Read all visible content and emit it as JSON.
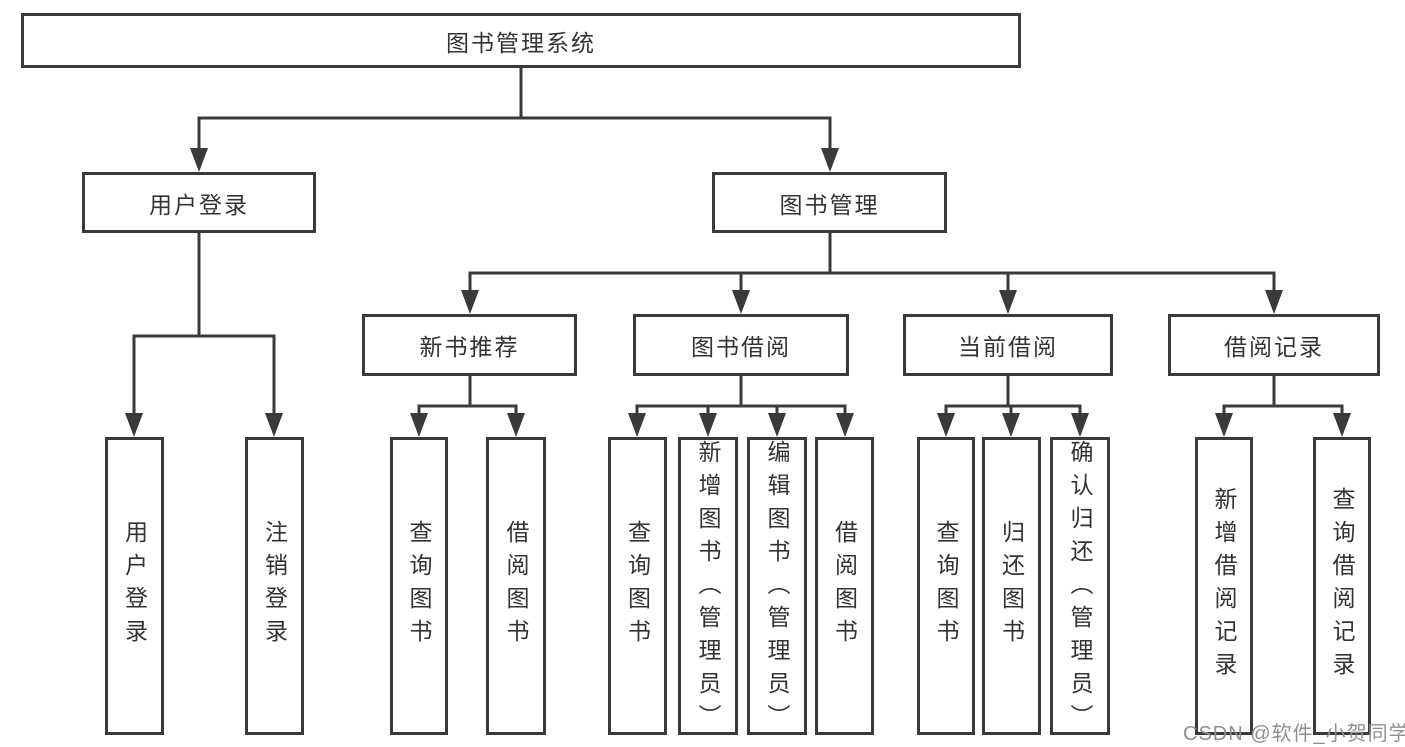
{
  "tree": {
    "root": {
      "label": "图书管理系统"
    },
    "children": [
      {
        "label": "用户登录",
        "children": [
          {
            "label": "用户登录"
          },
          {
            "label": "注销登录"
          }
        ]
      },
      {
        "label": "图书管理",
        "children": [
          {
            "label": "新书推荐",
            "children": [
              {
                "label": "查询图书"
              },
              {
                "label": "借阅图书"
              }
            ]
          },
          {
            "label": "图书借阅",
            "children": [
              {
                "label": "查询图书"
              },
              {
                "label": "新增图书（管理员）"
              },
              {
                "label": "编辑图书（管理员）"
              },
              {
                "label": "借阅图书"
              }
            ]
          },
          {
            "label": "当前借阅",
            "children": [
              {
                "label": "查询图书"
              },
              {
                "label": "归还图书"
              },
              {
                "label": "确认归还（管理员）"
              }
            ]
          },
          {
            "label": "借阅记录",
            "children": [
              {
                "label": "新增借阅记录"
              },
              {
                "label": "查询借阅记录"
              }
            ]
          }
        ]
      }
    ]
  },
  "watermark": {
    "text": "CSDN @软件_小贺同学"
  },
  "colors": {
    "line": "#3a3a3a",
    "text": "#333333",
    "watermark": "#8f9094",
    "background": "#ffffff"
  }
}
